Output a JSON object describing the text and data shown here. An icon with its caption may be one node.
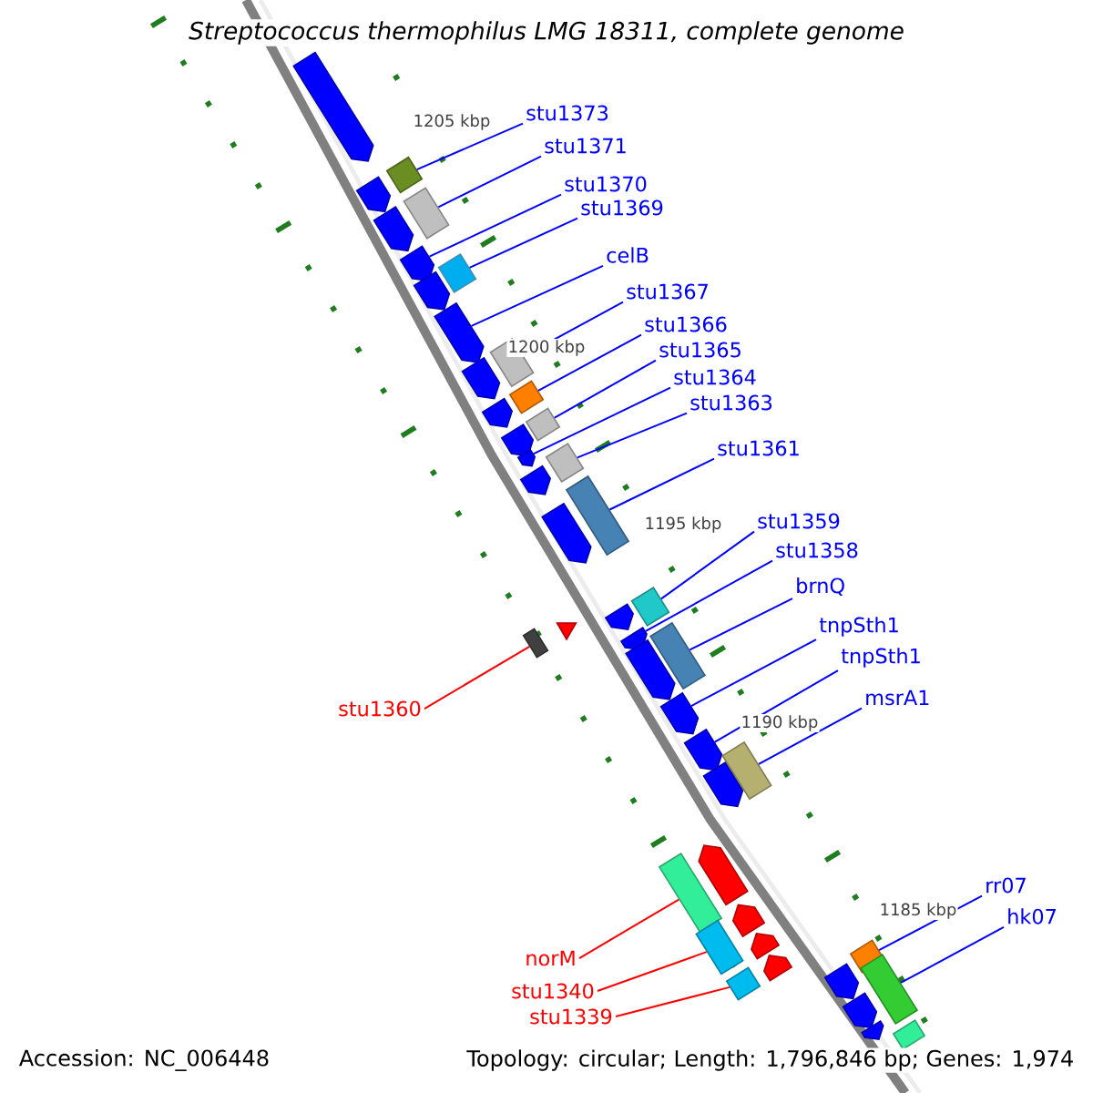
{
  "diagram": {
    "title": "Streptococcus thermophilus LMG 18311, complete genome",
    "nodes": [
      {
        "text": [
          "stu1373"
        ]
      },
      {
        "text": [
          "stu1371"
        ]
      },
      {
        "text": [
          "stu1370"
        ]
      },
      {
        "text": [
          "stu1369"
        ]
      },
      {
        "text": [
          "celB"
        ]
      },
      {
        "text": [
          "stu1367"
        ]
      },
      {
        "text": [
          "stu1366"
        ]
      },
      {
        "text": [
          "stu1365"
        ]
      },
      {
        "text": [
          "stu1364"
        ]
      },
      {
        "text": [
          "stu1363"
        ]
      },
      {
        "text": [
          "stu1361"
        ]
      },
      {
        "text": [
          "stu1359"
        ]
      },
      {
        "text": [
          "stu1358"
        ]
      },
      {
        "text": [
          "brnQ"
        ]
      },
      {
        "text": [
          "tnpSth1"
        ]
      },
      {
        "text": [
          "tnpSth1"
        ]
      },
      {
        "text": [
          "msrA1"
        ]
      },
      {
        "text": [
          "stu1360"
        ]
      },
      {
        "text": [
          "rr07"
        ]
      },
      {
        "text": [
          "hk07"
        ]
      },
      {
        "text": [
          "norM"
        ]
      },
      {
        "text": [
          "stu1340"
        ]
      },
      {
        "text": [
          "stu1339"
        ]
      },
      {
        "text": [],
        "shape": "pentagon"
      },
      {
        "text": [],
        "shape": "pentagon"
      },
      {
        "text": [],
        "shape": "box"
      },
      {
        "text": [],
        "shape": "pentagon"
      },
      {
        "text": [],
        "shape": "box"
      },
      {
        "text": [],
        "shape": "pentagon"
      },
      {
        "text": [],
        "shape": "box"
      },
      {
        "text": [],
        "shape": "pentagon"
      },
      {
        "text": [],
        "shape": "pentagon"
      },
      {
        "text": [],
        "shape": "pentagon"
      },
      {
        "text": [],
        "shape": "box"
      },
      {
        "text": [],
        "shape": "pentagon"
      },
      {
        "text": [],
        "shape": "box"
      },
      {
        "text": [],
        "shape": "pentagon"
      },
      {
        "text": [],
        "shape": "box"
      },
      {
        "text": [],
        "shape": "pentagon"
      },
      {
        "text": [],
        "shape": "pentagon"
      },
      {
        "text": [],
        "shape": "box"
      },
      {
        "text": [],
        "shape": "pentagon"
      },
      {
        "text": [],
        "shape": "box"
      },
      {
        "text": [],
        "shape": "box"
      },
      {
        "text": [],
        "shape": "triangle"
      },
      {
        "text": [],
        "shape": "pentagon"
      },
      {
        "text": [],
        "shape": "box"
      },
      {
        "text": [],
        "shape": "pentagon"
      },
      {
        "text": [],
        "shape": "pentagon"
      },
      {
        "text": [],
        "shape": "box"
      },
      {
        "text": [],
        "shape": "pentagon"
      },
      {
        "text": [],
        "shape": "pentagon"
      },
      {
        "text": [],
        "shape": "pentagon"
      },
      {
        "text": [],
        "shape": "box"
      },
      {
        "text": [],
        "shape": "box"
      },
      {
        "text": [],
        "shape": "pentagon"
      },
      {
        "text": [],
        "shape": "pentagon"
      },
      {
        "text": [],
        "shape": "box"
      },
      {
        "text": [],
        "shape": "pentagon"
      },
      {
        "text": [],
        "shape": "box"
      },
      {
        "text": [],
        "shape": "pentagon"
      },
      {
        "text": [],
        "shape": "box"
      },
      {
        "text": [],
        "shape": "pentagon"
      },
      {
        "text": [],
        "shape": "pentagon"
      },
      {
        "text": [],
        "shape": "box"
      },
      {
        "text": [],
        "shape": "pentagon"
      },
      {
        "text": [],
        "shape": "box"
      }
    ],
    "edges": [
      {
        "from": 0,
        "to": 25,
        "arrow": "none"
      },
      {
        "from": 1,
        "to": 27,
        "arrow": "none"
      },
      {
        "from": 2,
        "to": 28,
        "arrow": "none"
      },
      {
        "from": 3,
        "to": 29,
        "arrow": "none"
      },
      {
        "from": 4,
        "to": 31,
        "arrow": "none"
      },
      {
        "from": 5,
        "to": 33,
        "arrow": "none"
      },
      {
        "from": 6,
        "to": 35,
        "arrow": "none"
      },
      {
        "from": 7,
        "to": 37,
        "arrow": "none"
      },
      {
        "from": 8,
        "to": 38,
        "arrow": "none"
      },
      {
        "from": 9,
        "to": 40,
        "arrow": "none"
      },
      {
        "from": 10,
        "to": 42,
        "arrow": "none"
      },
      {
        "from": 11,
        "to": 46,
        "arrow": "none"
      },
      {
        "from": 12,
        "to": 47,
        "arrow": "none"
      },
      {
        "from": 13,
        "to": 49,
        "arrow": "none"
      },
      {
        "from": 14,
        "to": 50,
        "arrow": "none"
      },
      {
        "from": 15,
        "to": 51,
        "arrow": "none"
      },
      {
        "from": 16,
        "to": 53,
        "arrow": "none"
      },
      {
        "from": 17,
        "to": 43,
        "arrow": "none",
        "color": "#ff0000"
      },
      {
        "from": 18,
        "to": 61,
        "arrow": "none"
      },
      {
        "from": 19,
        "to": 64,
        "arrow": "none"
      },
      {
        "from": 20,
        "to": 54,
        "arrow": "none",
        "color": "#ff0000"
      },
      {
        "from": 21,
        "to": 57,
        "arrow": "none",
        "color": "#ff0000"
      },
      {
        "from": 22,
        "to": 59,
        "arrow": "none",
        "color": "#ff0000"
      }
    ],
    "labels": [
      "1205 kbp",
      "1200 kbp",
      "1195 kbp",
      "1190 kbp",
      "1185 kbp",
      "Accession: NC_006448",
      "Topology: circular; Length: 1,796,846 bp; Genes: 1,974"
    ]
  }
}
